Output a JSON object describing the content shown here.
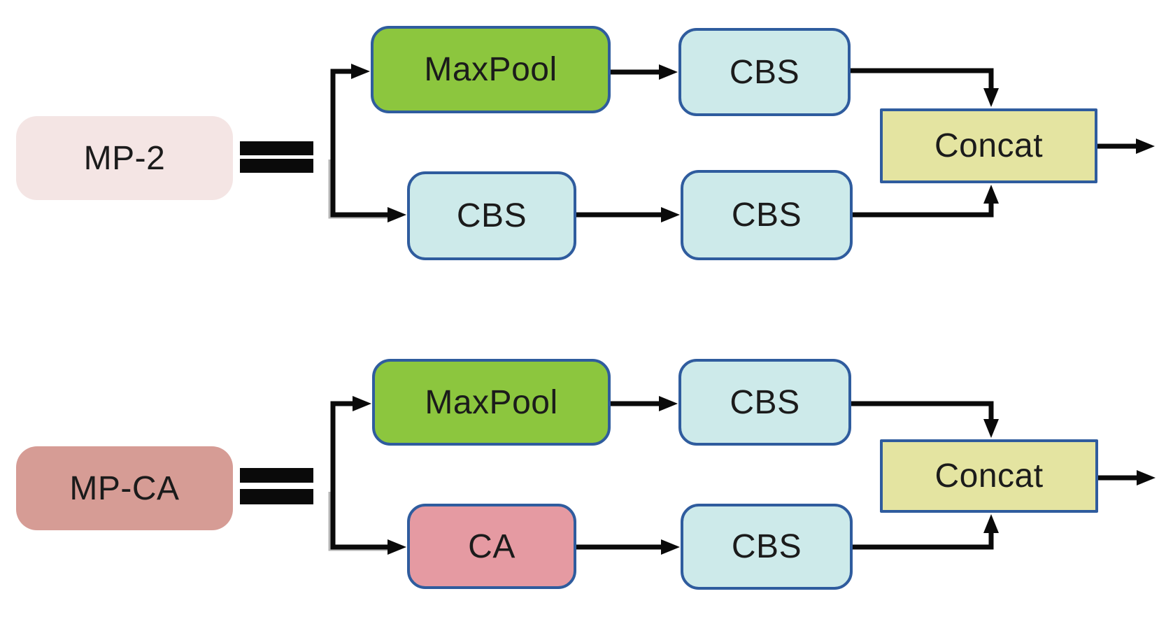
{
  "colors": {
    "maxpool_fill": "#8cc63e",
    "cbs_fill": "#cdeaea",
    "ca_fill": "#e59aa2",
    "concat_fill": "#e4e4a1",
    "mp2_fill": "#f4e5e4",
    "mpca_fill": "#d69c95",
    "node_border": "#2f5c9e",
    "arrow": "#0a0a0a"
  },
  "diagrams": [
    {
      "label": "MP-2",
      "equals": "=",
      "nodes": {
        "maxpool": "MaxPool",
        "cbs_top": "CBS",
        "branch2_a": "CBS",
        "branch2_b": "CBS",
        "concat": "Concat"
      }
    },
    {
      "label": "MP-CA",
      "equals": "=",
      "nodes": {
        "maxpool": "MaxPool",
        "cbs_top": "CBS",
        "branch2_a": "CA",
        "branch2_b": "CBS",
        "concat": "Concat"
      }
    }
  ]
}
